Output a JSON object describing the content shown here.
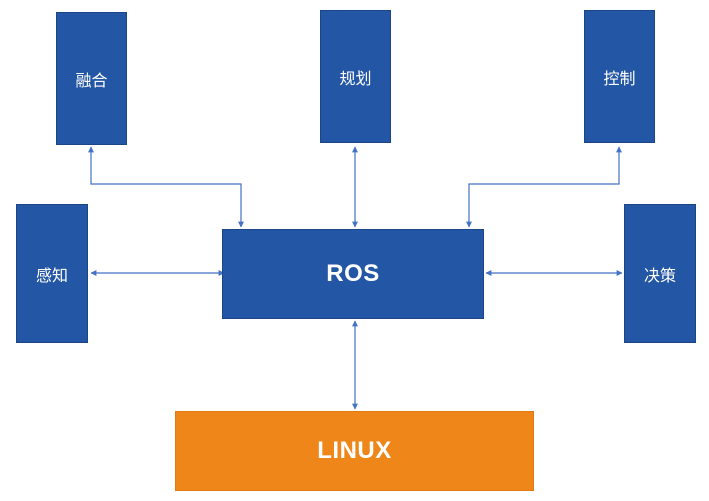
{
  "nodes": {
    "fusion": "融合",
    "planning": "规划",
    "control": "控制",
    "perception": "感知",
    "decision": "决策",
    "ros": "ROS",
    "linux": "LINUX"
  },
  "colors": {
    "module_fill": "#2456a6",
    "base_fill": "#ee8619",
    "connector": "#4472c4",
    "text": "#ffffff"
  }
}
